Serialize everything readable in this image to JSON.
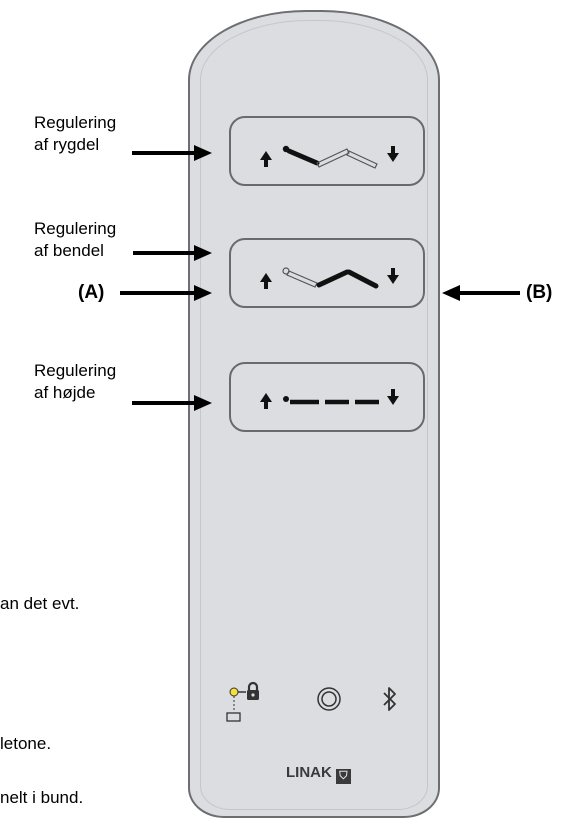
{
  "labels": {
    "ryg_line1": "Regulering",
    "ryg_line2": "af rygdel",
    "ben_line1": "Regulering",
    "ben_line2": "af bendel",
    "a": "(A)",
    "b": "(B)",
    "hoj_line1": "Regulering",
    "hoj_line2": "af højde"
  },
  "cutoff_text": {
    "line1": "an det evt.",
    "line2": "letone.",
    "line3": "nelt i bund."
  },
  "brand": {
    "name": "LINAK",
    "mark": "⛉"
  },
  "icons": [
    "lock-icon",
    "indicator-light-icon",
    "bluetooth-icon",
    "up-arrow-icon",
    "down-arrow-icon",
    "bed-back-icon",
    "bed-leg-icon",
    "bed-height-icon"
  ],
  "colors": {
    "body": "#dcdde0",
    "outline": "#6d6e72",
    "led": "#f5e13a"
  }
}
